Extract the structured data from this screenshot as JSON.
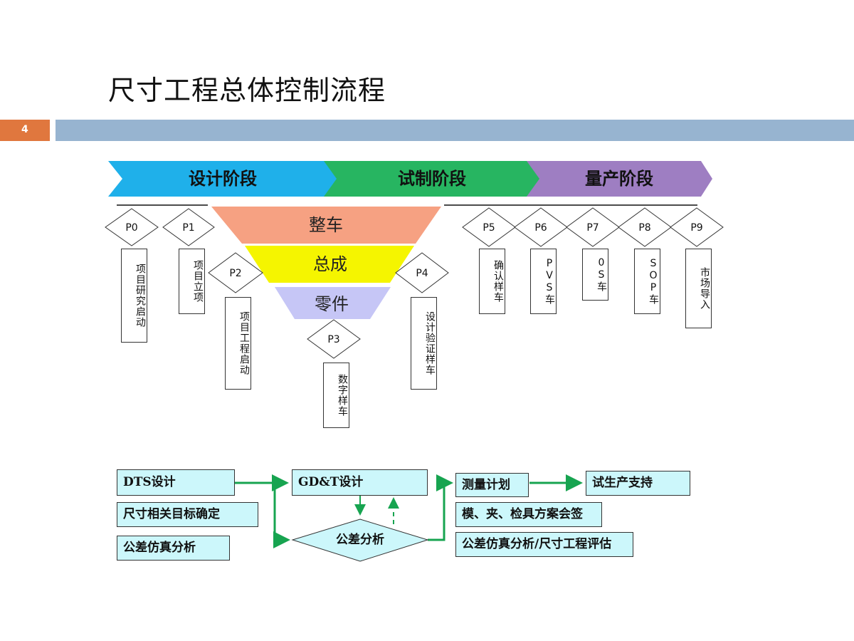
{
  "title": "尺寸工程总体控制流程",
  "slide_number": "4",
  "phases": [
    "设计阶段",
    "试制阶段",
    "量产阶段"
  ],
  "funnel": [
    "整车",
    "总成",
    "零件"
  ],
  "milestones": {
    "p0": {
      "label": "P0",
      "desc": "项目研究启动"
    },
    "p1": {
      "label": "P1",
      "desc": "项目立项"
    },
    "p2": {
      "label": "P2",
      "desc": "项目工程启动"
    },
    "p3": {
      "label": "P3",
      "desc": "数字样车"
    },
    "p4": {
      "label": "P4",
      "desc": "设计验证样车"
    },
    "p5": {
      "label": "P5",
      "desc": "确认样车"
    },
    "p6": {
      "label": "P6",
      "desc": "PVS车"
    },
    "p7": {
      "label": "P7",
      "desc": "0S车"
    },
    "p8": {
      "label": "P8",
      "desc": "SOP车"
    },
    "p9": {
      "label": "P9",
      "desc": "市场导入"
    }
  },
  "process": {
    "dts": "DTS设计",
    "target": "尺寸相关目标确定",
    "sim1": "公差仿真分析",
    "gdt": "GD&T设计",
    "tolerance": "公差分析",
    "measure_plan": "测量计划",
    "fixture": "模、夹、检具方案会签",
    "sim2": "公差仿真分析/尺寸工程评估",
    "trial_support": "试生产支持"
  },
  "colors": {
    "design_phase": "#1fb0ea",
    "trial_phase": "#27b561",
    "mass_phase": "#9e7ec2",
    "vehicle": "#f6a182",
    "assembly": "#f5f500",
    "part": "#c6c6f6",
    "process_box": "#ccf7fb",
    "arrow": "#17a450",
    "accent": "#e0773e",
    "bar": "#97b4d0"
  }
}
